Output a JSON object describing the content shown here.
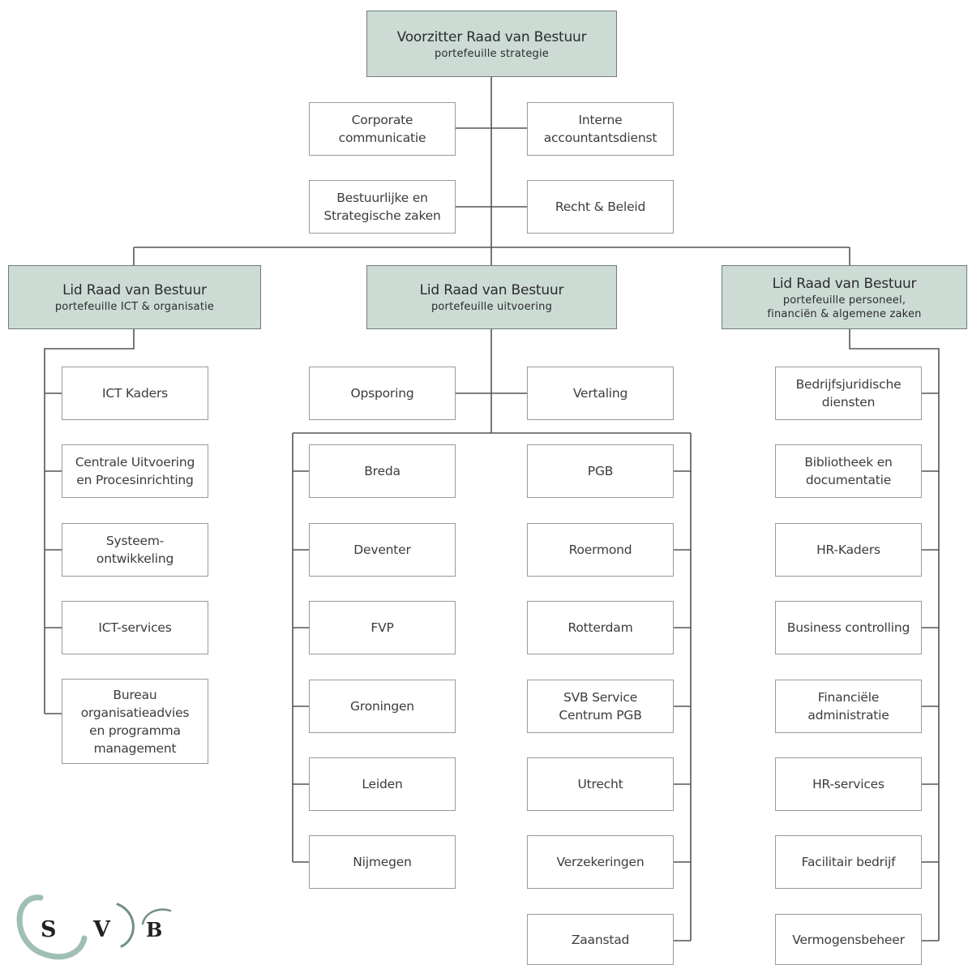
{
  "board": {
    "chair": {
      "title": "Voorzitter Raad van Bestuur",
      "subtitle": "portefeuille strategie"
    },
    "member_ict": {
      "title": "Lid Raad van Bestuur",
      "subtitle": "portefeuille ICT & organisatie"
    },
    "member_uitvoering": {
      "title": "Lid Raad van Bestuur",
      "subtitle": "portefeuille uitvoering"
    },
    "member_pfa": {
      "title": "Lid Raad van Bestuur",
      "subtitle": "portefeuille personeel,\nfinanciën & algemene zaken"
    }
  },
  "staff": {
    "corporate": "Corporate\ncommunicatie",
    "intern": "Interne\naccountantsdienst",
    "bestuurlijk": "Bestuurlijke en\nStrategische zaken",
    "recht": "Recht & Beleid"
  },
  "ict_units": [
    "ICT Kaders",
    "Centrale Uitvoering\nen Procesinrichting",
    "Systeem-\nontwikkeling",
    "ICT-services",
    "Bureau\norganisatieadvies\nen programma\nmanagement"
  ],
  "uitvoering_staff": {
    "opsporing": "Opsporing",
    "vertaling": "Vertaling"
  },
  "offices_left": [
    "Breda",
    "Deventer",
    "FVP",
    "Groningen",
    "Leiden",
    "Nijmegen"
  ],
  "offices_right": [
    "PGB",
    "Roermond",
    "Rotterdam",
    "SVB Service\nCentrum PGB",
    "Utrecht",
    "Verzekeringen",
    "Zaanstad"
  ],
  "pfa_units": [
    "Bedrijfsjuridische\ndiensten",
    "Bibliotheek en\ndocumentatie",
    "HR-Kaders",
    "Business controlling",
    "Financiële\nadministratie",
    "HR-services",
    "Facilitair bedrijf",
    "Vermogensbeheer"
  ],
  "logo": {
    "letters": [
      "S",
      "V",
      "B"
    ]
  },
  "colors": {
    "lead_fill": "#cddbd5",
    "line": "#555555",
    "box_border": "#9a9a9a",
    "logo_arc": "#9fbfb4"
  }
}
